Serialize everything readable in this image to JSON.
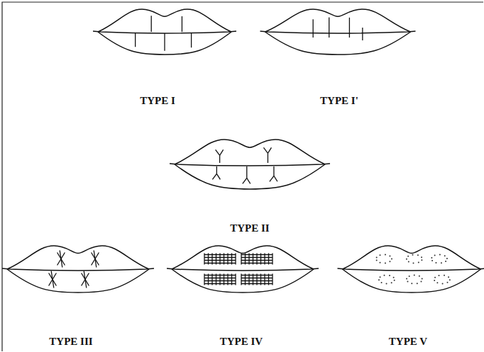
{
  "diagram": {
    "labels": [
      "TYPE I",
      "TYPE I'",
      "TYPE II",
      "TYPE III",
      "TYPE IV",
      "TYPE V"
    ]
  }
}
